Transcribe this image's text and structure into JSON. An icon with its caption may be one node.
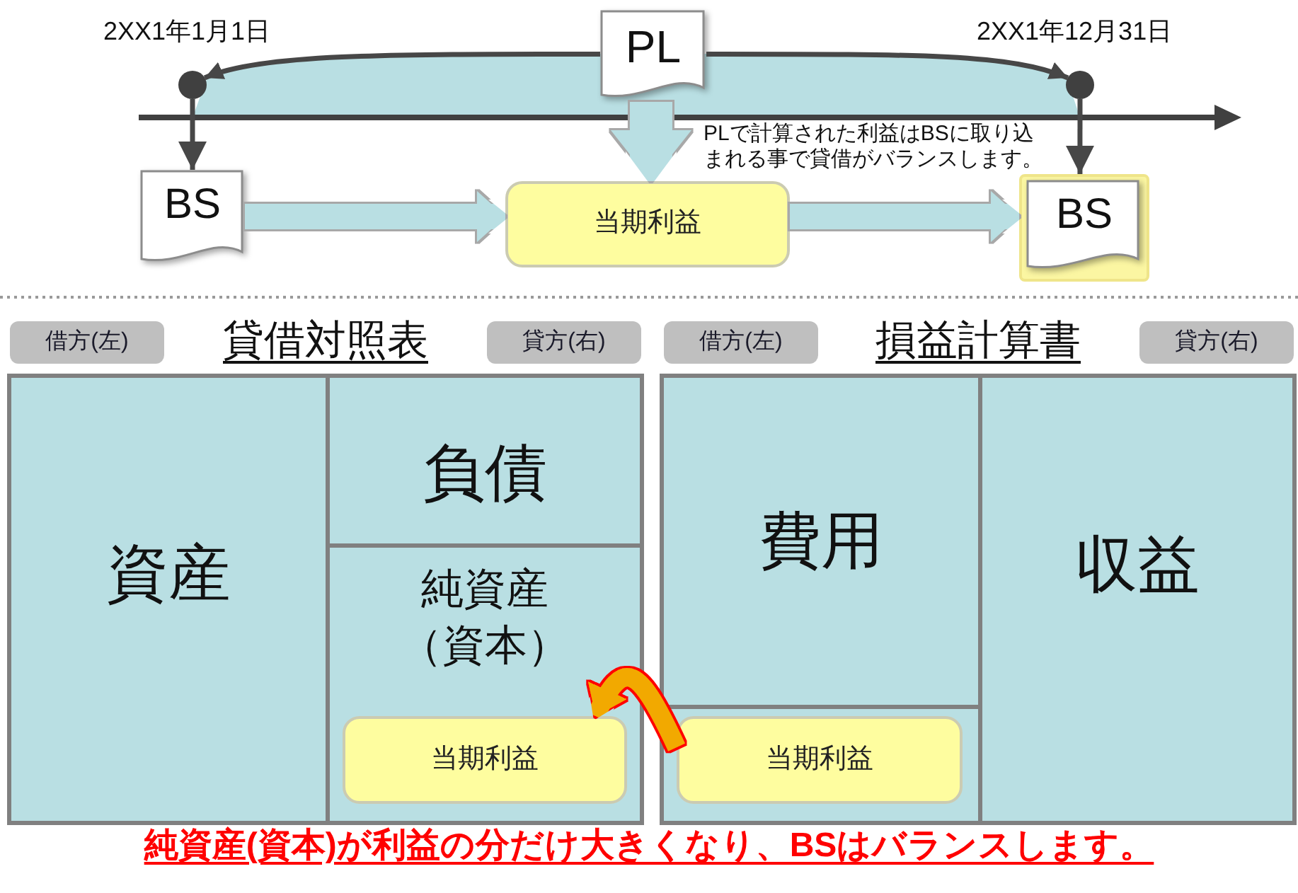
{
  "diagram": {
    "caption": "純資産(資本)が利益の分だけ大きくなり、BSはバランスします。",
    "nodes": [
      {
        "text": [
          "PL"
        ]
      },
      {
        "text": [],
        "shape": "circle",
        "beside": [
          "2XX1年1月1日"
        ]
      },
      {
        "text": [],
        "shape": "circle",
        "beside": [
          "2XX1年12月31日"
        ]
      },
      {
        "text": [
          "BS"
        ]
      },
      {
        "text": [
          "当期利益"
        ]
      },
      {
        "text": [
          "BS"
        ]
      },
      {
        "text": [
          "借方(左)"
        ]
      },
      {
        "text": [
          "貸借対照表"
        ]
      },
      {
        "text": [
          "貸方(右)"
        ]
      },
      {
        "text": [
          "資産"
        ],
        "in": 7
      },
      {
        "text": [
          "負債"
        ],
        "in": 7
      },
      {
        "text": [
          "純資産（資本）"
        ],
        "in": 7
      },
      {
        "text": [
          "当期利益"
        ],
        "in": 11
      },
      {
        "text": [
          "借方(左)"
        ]
      },
      {
        "text": [
          "損益計算書"
        ]
      },
      {
        "text": [
          "貸方(右)"
        ]
      },
      {
        "text": [
          "費用"
        ],
        "in": 14
      },
      {
        "text": [],
        "shape": "box",
        "in": 14
      },
      {
        "text": [
          "当期利益"
        ],
        "in": 17
      },
      {
        "text": [
          "収益"
        ],
        "in": 14
      }
    ],
    "edges": [
      {
        "from": 0,
        "to": 1,
        "arrow": "to"
      },
      {
        "from": 0,
        "to": 2,
        "arrow": "to"
      },
      {
        "from": 1,
        "to": 3,
        "arrow": "to"
      },
      {
        "from": 2,
        "to": 5,
        "arrow": "to"
      },
      {
        "from": 0,
        "to": 4,
        "arrow": "to",
        "style": "thick",
        "color": "#b9dfe3"
      },
      {
        "from": 3,
        "to": 4,
        "arrow": "to",
        "style": "thick",
        "color": "#b9dfe3"
      },
      {
        "from": 4,
        "to": 5,
        "arrow": "to",
        "style": "thick",
        "color": "#b9dfe3"
      },
      {
        "from": 18,
        "to": 12,
        "arrow": "to",
        "style": "thick",
        "color": "#f2a900"
      }
    ],
    "labels": [
      "PLで計算された利益はBSに取り込まれる事で貸借がバランスします。"
    ]
  }
}
